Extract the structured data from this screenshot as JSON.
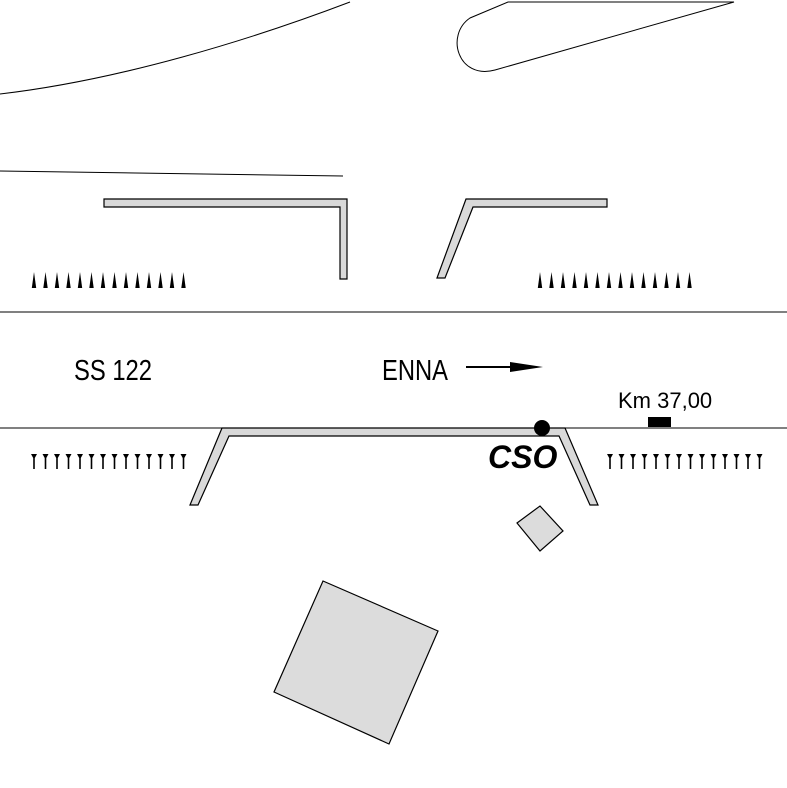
{
  "map": {
    "road_label": "SS 122",
    "direction_label": "ENNA",
    "km_label": "Km 37,00",
    "station_label": "CSO"
  },
  "colors": {
    "structure_fill": "#d9d9d9",
    "building_fill": "#dcdcdc",
    "line": "#000000",
    "background": "#ffffff"
  },
  "icons": {
    "direction": "arrow-right-icon",
    "station": "station-dot-icon",
    "km_marker": "milestone-marker-icon",
    "escarpment": "embankment-hatching-icon"
  }
}
